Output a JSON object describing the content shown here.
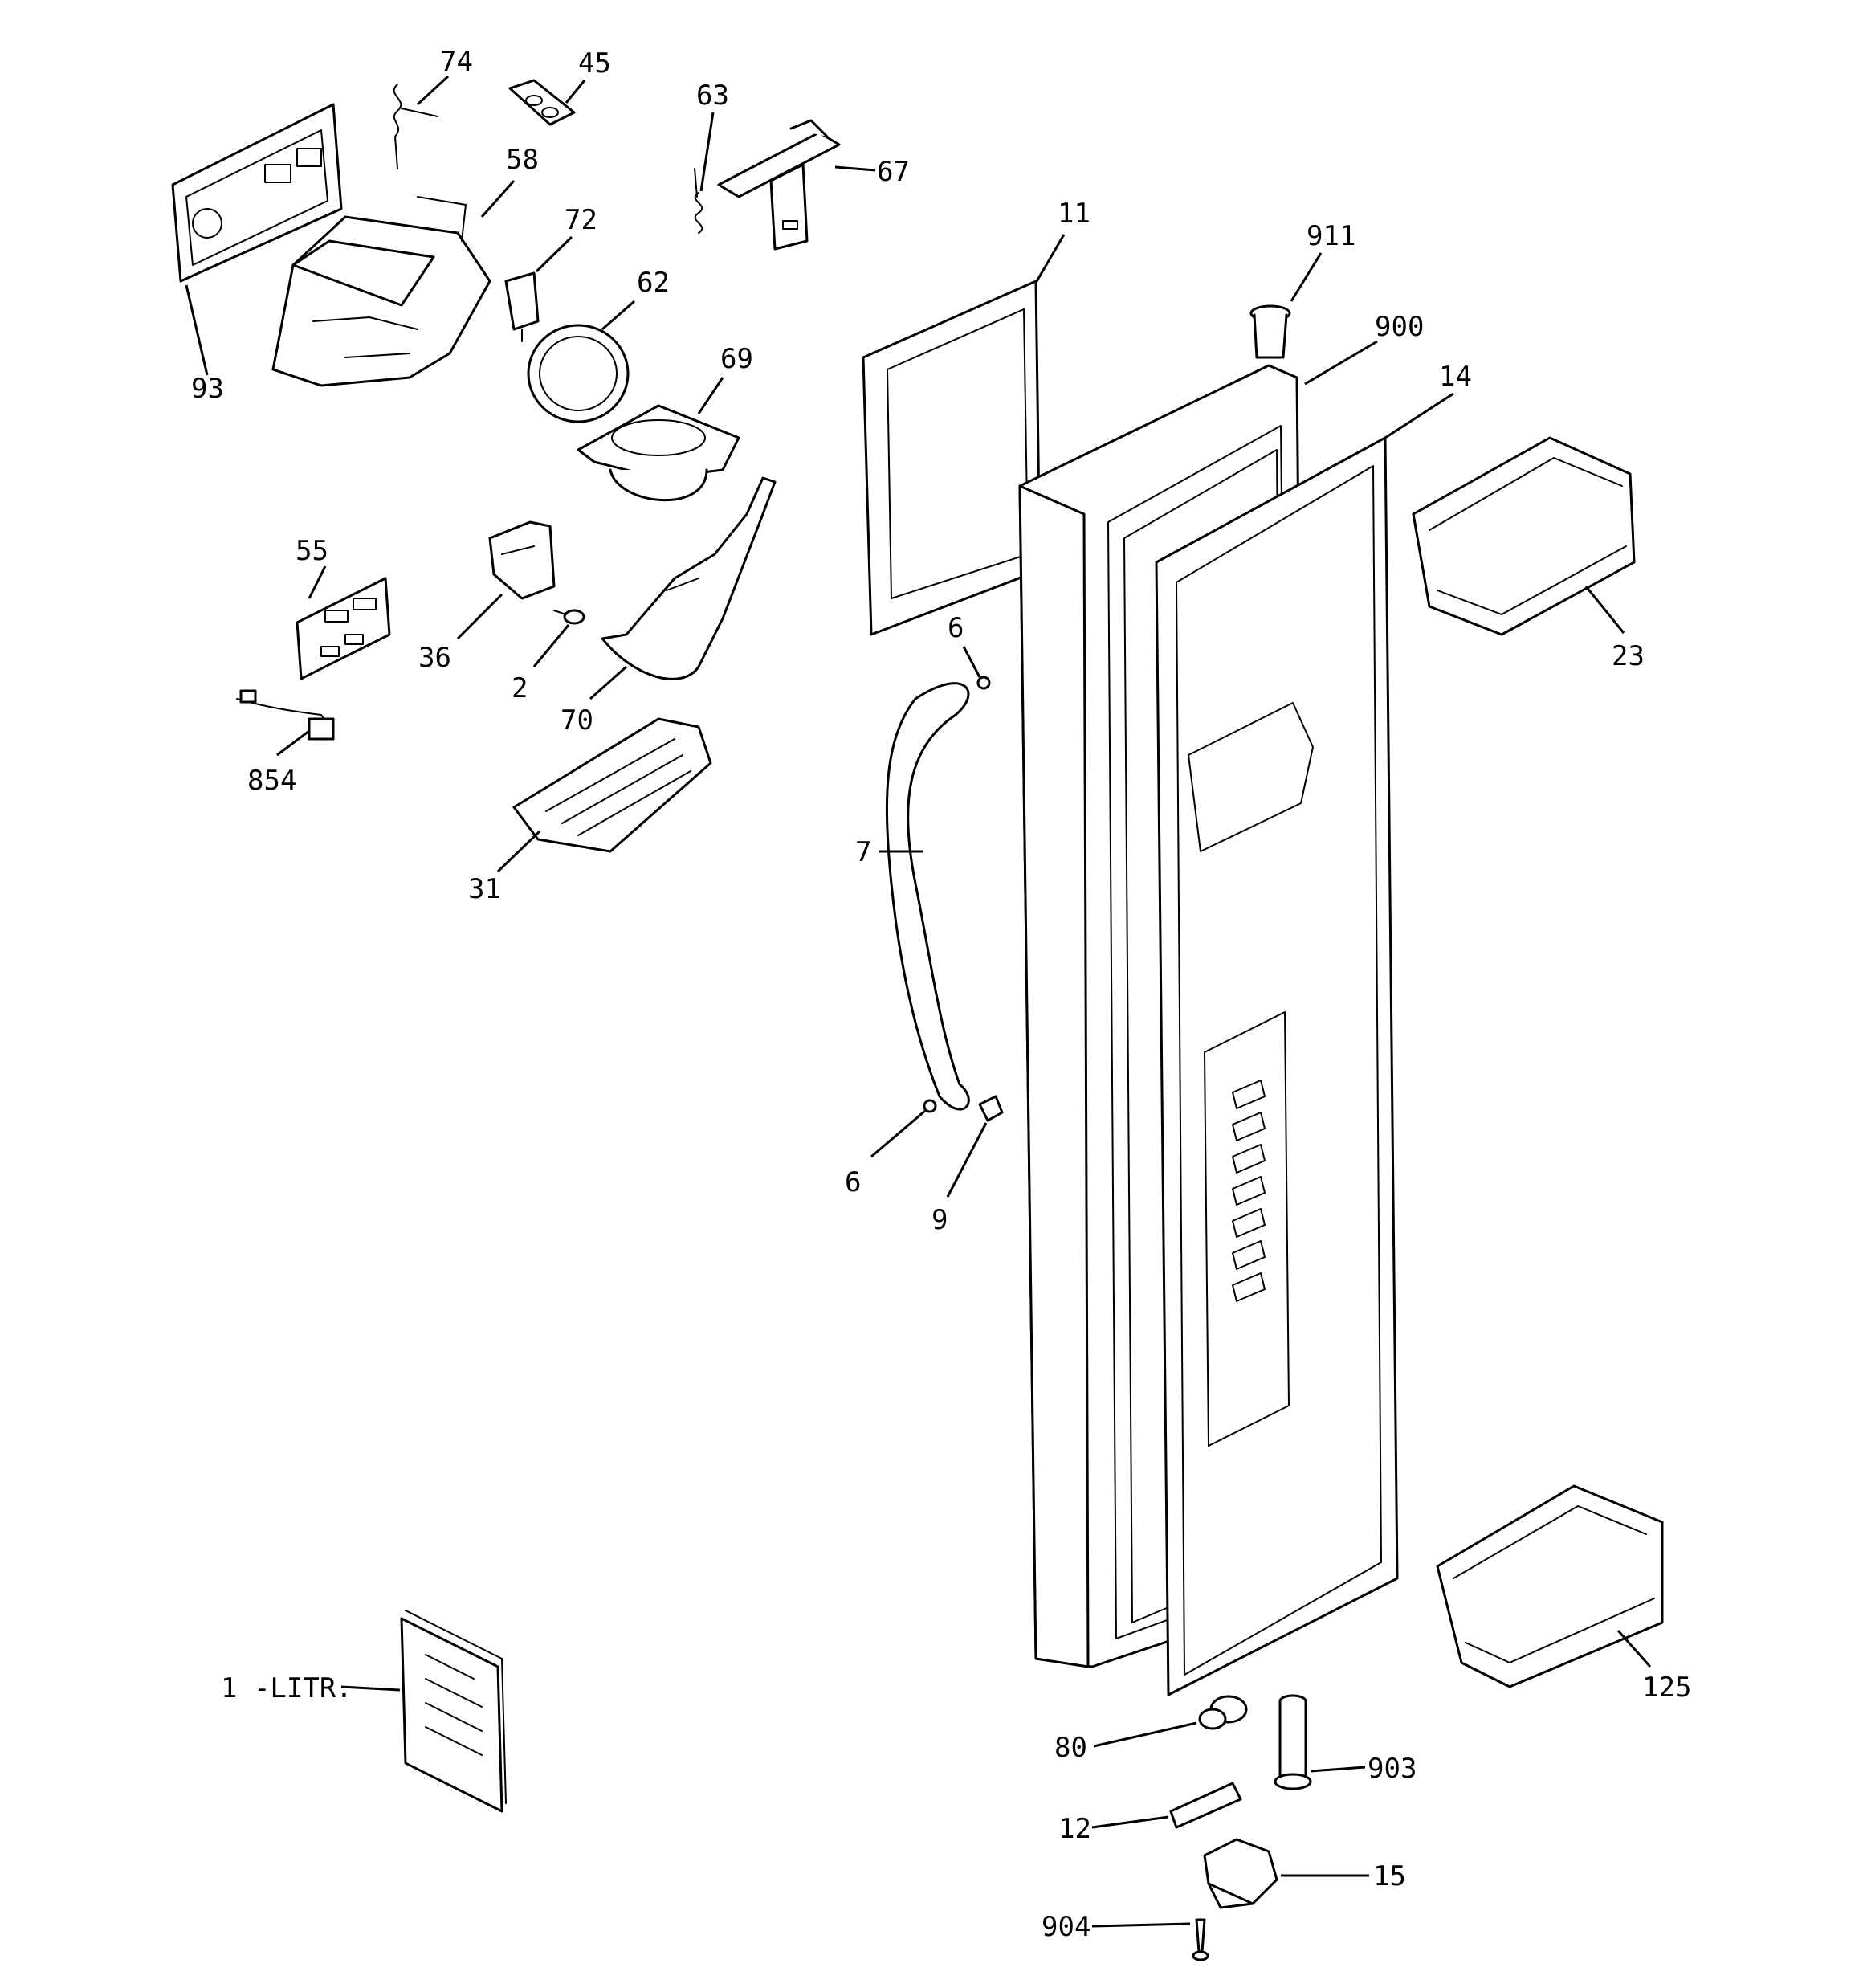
{
  "callouts": {
    "c74": "74",
    "c45": "45",
    "c63": "63",
    "c67": "67",
    "c58": "58",
    "c72": "72",
    "c93": "93",
    "c62": "62",
    "c69": "69",
    "c11": "11",
    "c911": "911",
    "c900": "900",
    "c14": "14",
    "c55": "55",
    "c36": "36",
    "c2": "2",
    "c70": "70",
    "c854": "854",
    "c31": "31",
    "c6a": "6",
    "c7": "7",
    "c6b": "6",
    "c9": "9",
    "c23": "23",
    "c125": "125",
    "c1litr": "1 -LITR.",
    "c80": "80",
    "c903": "903",
    "c12": "12",
    "c15": "15",
    "c904": "904"
  },
  "colors": {
    "ink": "#000000",
    "paper": "#ffffff"
  }
}
